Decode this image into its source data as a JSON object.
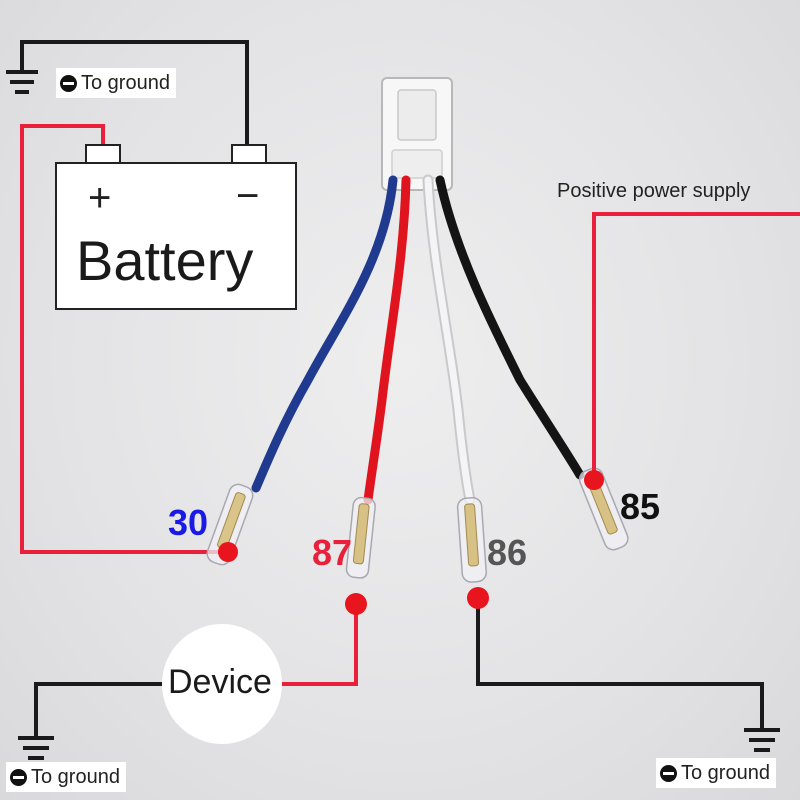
{
  "labels": {
    "ground_top": "To ground",
    "ground_bottom_left": "To ground",
    "ground_bottom_right": "To ground",
    "positive_supply": "Positive power supply",
    "battery": "Battery",
    "battery_plus": "+",
    "battery_minus": "−",
    "device": "Device"
  },
  "pins": {
    "p30": {
      "label": "30",
      "color": "#1a1ae6"
    },
    "p87": {
      "label": "87",
      "color": "#e8203c"
    },
    "p86": {
      "label": "86",
      "color": "#555555"
    },
    "p85": {
      "label": "85",
      "color": "#111111"
    }
  },
  "colors": {
    "wire_red": "#e8203c",
    "wire_black": "#1a1a1a",
    "blue_lead": "#1f3a8f",
    "red_lead": "#e0141e",
    "white_lead": "#f4f4f6",
    "black_lead": "#141414",
    "junction_dot": "#e8141e"
  },
  "icons": [
    "ground-symbol-icon",
    "minus-circle-icon"
  ]
}
